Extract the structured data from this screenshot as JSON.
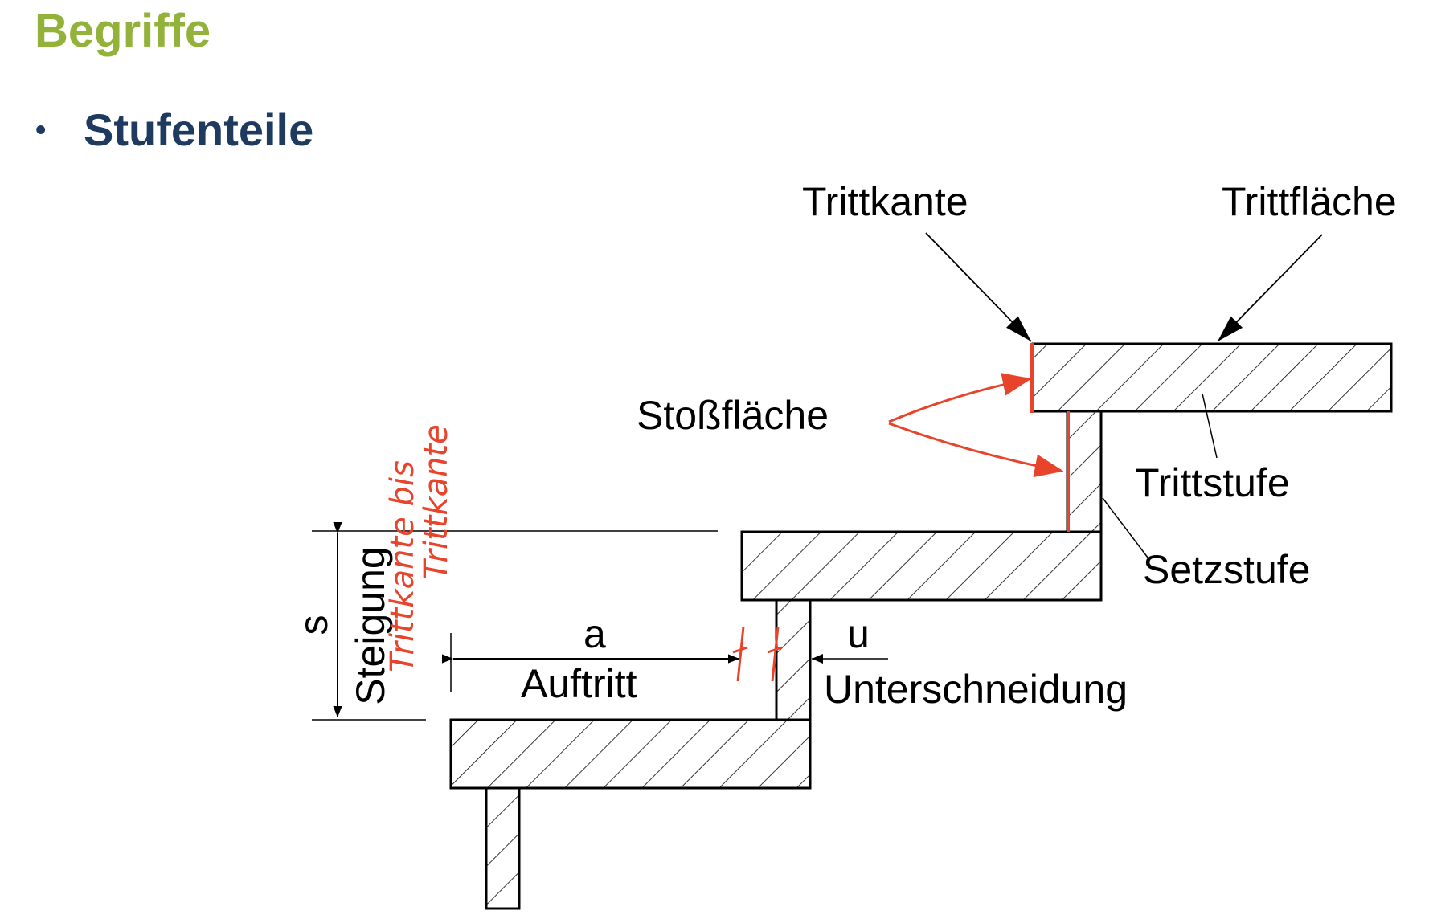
{
  "slide": {
    "title": "Begriffe",
    "bullet": "Stufenteile"
  },
  "labels": {
    "trittkante": "Trittkante",
    "trittflaeche": "Trittfläche",
    "stossflaeche": "Stoßfläche",
    "trittstufe": "Trittstufe",
    "setzstufe": "Setzstufe",
    "a": "a",
    "auftritt": "Auftritt",
    "u": "u",
    "unterschneidung": "Unterschneidung",
    "s": "s",
    "steigung": "Steigung"
  },
  "handwritten": {
    "note_line1": "Trittkante bis",
    "note_line2": "Trittkante"
  },
  "colors": {
    "title": "#93b23a",
    "bullet": "#1e3a5f",
    "annotation": "#e8432b",
    "lines": "#000000"
  }
}
